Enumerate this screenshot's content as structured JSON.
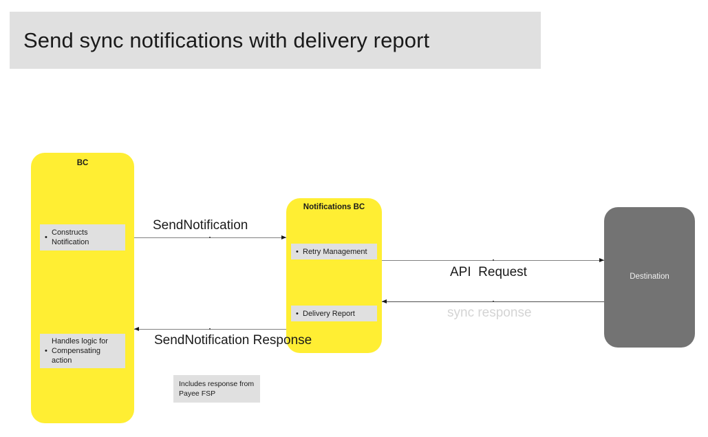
{
  "title": {
    "text": "Send sync notifications with delivery report",
    "background": "#e0e0e0"
  },
  "colors": {
    "lane_yellow": "#ffee33",
    "lane_gray": "#737373",
    "item_gray": "#e0e0e0",
    "line": "#808080",
    "muted_label": "#d4d4d4"
  },
  "lanes": [
    {
      "id": "bc",
      "title": "BC",
      "fill": "#ffee33",
      "items": [
        {
          "bullet": "•",
          "label": "Constructs Notification"
        },
        {
          "bullet": "•",
          "label": "Handles logic for Compensating action"
        }
      ]
    },
    {
      "id": "notifications-bc",
      "title": "Notifications BC",
      "fill": "#ffee33",
      "items": [
        {
          "bullet": "•",
          "label": "Retry Management"
        },
        {
          "bullet": "•",
          "label": "Delivery Report"
        }
      ]
    },
    {
      "id": "destination",
      "title": "Destination",
      "fill": "#737373",
      "items": []
    }
  ],
  "connections": [
    {
      "id": "send-notification",
      "label": "SendNotification",
      "from": "bc",
      "to": "notifications-bc",
      "direction": "right"
    },
    {
      "id": "api-request",
      "label": "API  Request",
      "from": "notifications-bc",
      "to": "destination",
      "direction": "right"
    },
    {
      "id": "sync-response",
      "label": "sync response",
      "from": "destination",
      "to": "notifications-bc",
      "direction": "left"
    },
    {
      "id": "send-notification-response",
      "label": "SendNotification Response",
      "from": "notifications-bc",
      "to": "bc",
      "direction": "left"
    }
  ],
  "notes": [
    {
      "id": "includes-response",
      "text": "Includes response from Payee FSP"
    }
  ]
}
